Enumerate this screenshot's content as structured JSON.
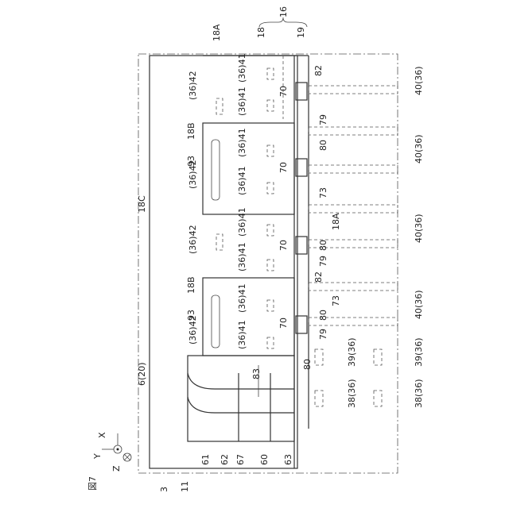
{
  "figure": {
    "title": "図7"
  },
  "axes": {
    "x": "X",
    "y": "Y",
    "z": "Z"
  },
  "labels": {
    "l16": "16",
    "l18": "18",
    "l19": "19",
    "l18A_top": "18A",
    "l82_top": "82",
    "l79_top": "79",
    "l80_top": "80",
    "l73_top": "73",
    "l18A_mid": "18A",
    "l80_mid": "80",
    "l79_mid": "79",
    "l82_mid": "82",
    "l73_mid": "73",
    "l80_mid2": "80",
    "l79_low": "79",
    "l80_low": "80",
    "l83": "83",
    "l18C": "18C",
    "l6": "6(20)",
    "l70a": "70",
    "l70b": "70",
    "l70c": "70",
    "l70d": "70",
    "l18B_a": "18B",
    "l18B_b": "18B",
    "l93_a": "93",
    "l93_b": "93",
    "l42_a": "(36)42",
    "l42_b": "(36)42",
    "l42_c": "(36)42",
    "l42_d": "(36)42",
    "l41_a": "(36)41",
    "l41_b": "(36)41",
    "l41_c": "(36)41",
    "l41_d": "(36)41",
    "l41_e": "(36)41",
    "l41_f": "(36)41",
    "l41_g": "(36)41",
    "l41_h": "(36)41",
    "l40_a": "40(36)",
    "l40_b": "40(36)",
    "l40_c": "40(36)",
    "l40_d": "40(36)",
    "l39_a": "39(36)",
    "l39_b": "39(36)",
    "l38_a": "38(36)",
    "l38_b": "38(36)",
    "l61": "61",
    "l62": "62",
    "l67": "67",
    "l60": "60",
    "l63": "63",
    "l3": "3",
    "l11": "11"
  }
}
